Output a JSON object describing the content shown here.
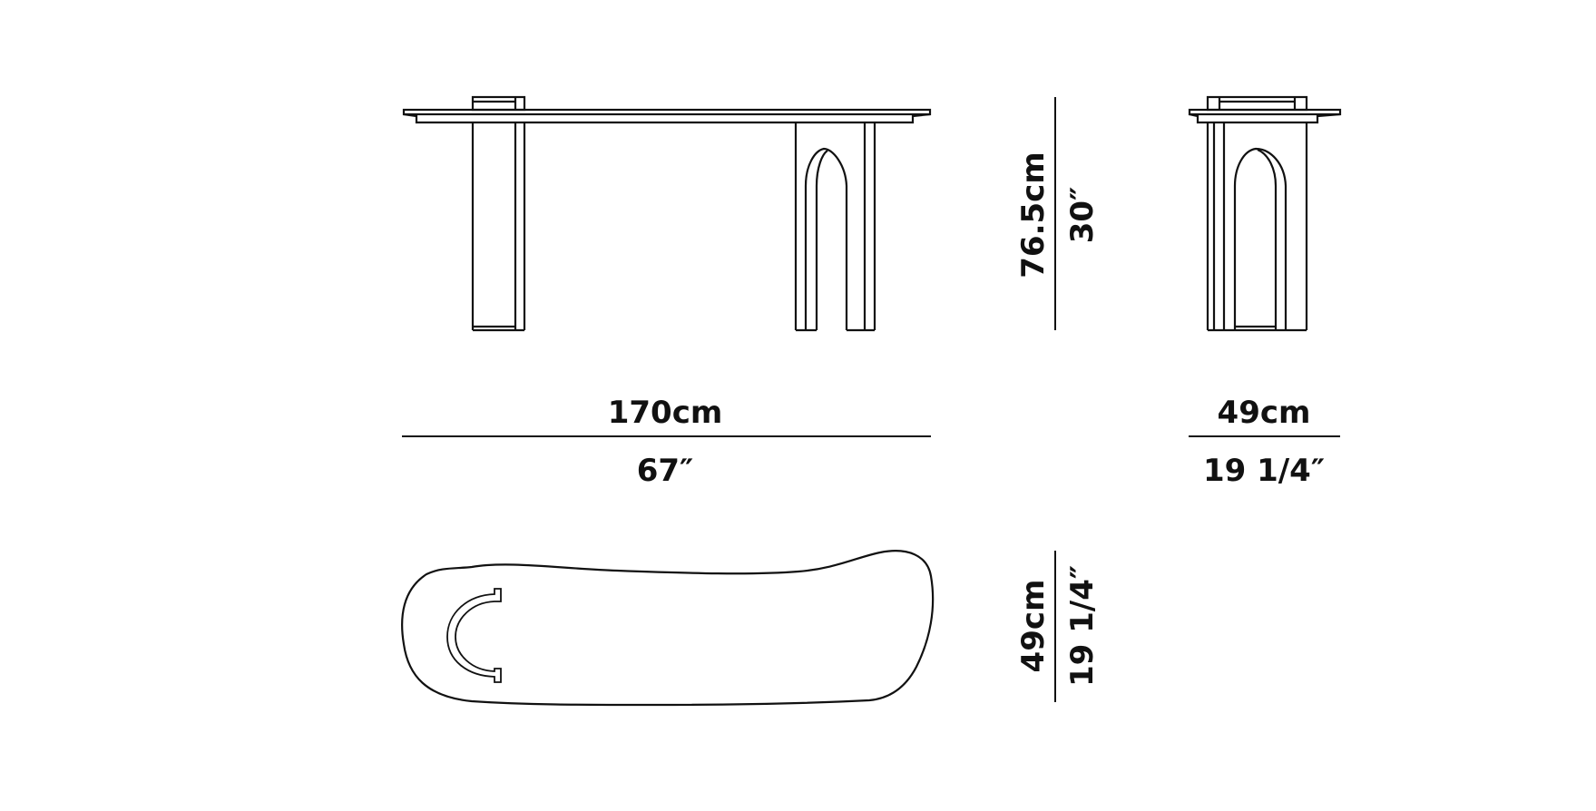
{
  "diagram": {
    "type": "technical-dimension-drawing",
    "subject": "console table",
    "line_color": "#111111",
    "background": "#ffffff"
  },
  "views": {
    "front": {
      "width_metric": "170cm",
      "width_imperial": "67″",
      "height_metric": "76.5cm",
      "height_imperial": "30″"
    },
    "side": {
      "depth_metric": "49cm",
      "depth_imperial": "19 1/4″"
    },
    "top": {
      "depth_metric": "49cm",
      "depth_imperial": "19 1/4″"
    }
  }
}
